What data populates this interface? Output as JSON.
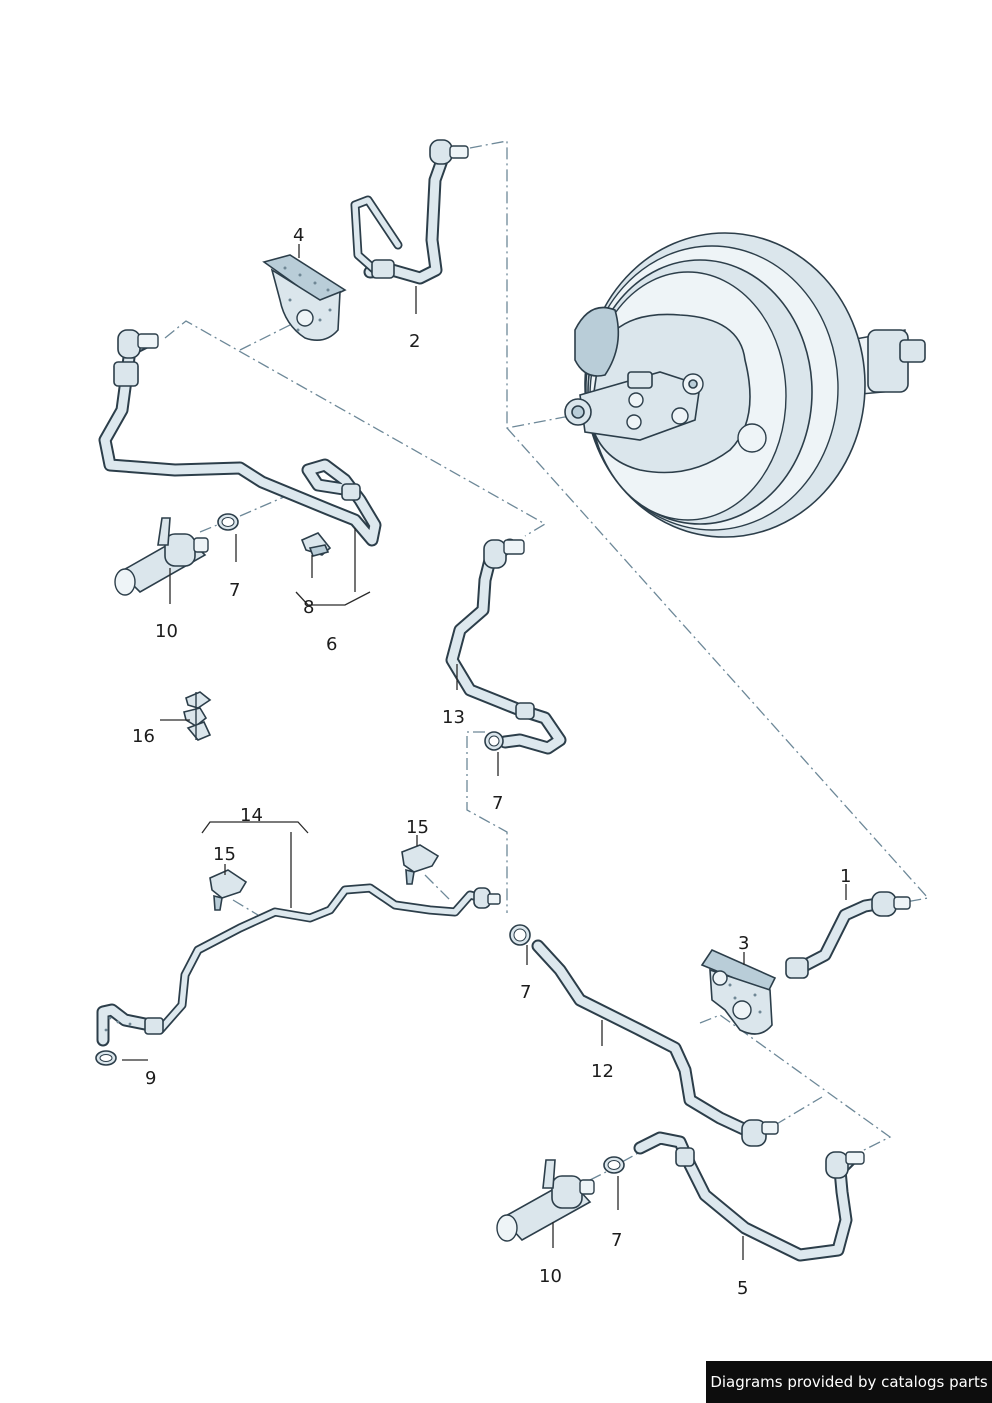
{
  "labels": {
    "l1": "1",
    "l2": "2",
    "l3": "3",
    "l4": "4",
    "l5": "5",
    "l6": "6",
    "l7a": "7",
    "l7b": "7",
    "l7c": "7",
    "l7d": "7",
    "l8": "8",
    "l9": "9",
    "l10a": "10",
    "l10b": "10",
    "l12": "12",
    "l13": "13",
    "l14": "14",
    "l15a": "15",
    "l15b": "15",
    "l16": "16"
  },
  "credit": "Diagrams provided by catalogs parts",
  "colors": {
    "line": "#2c3e4a",
    "fill": "#dbe6ec",
    "dash": "#6d8898",
    "credit_bg": "#0d0d0d"
  }
}
